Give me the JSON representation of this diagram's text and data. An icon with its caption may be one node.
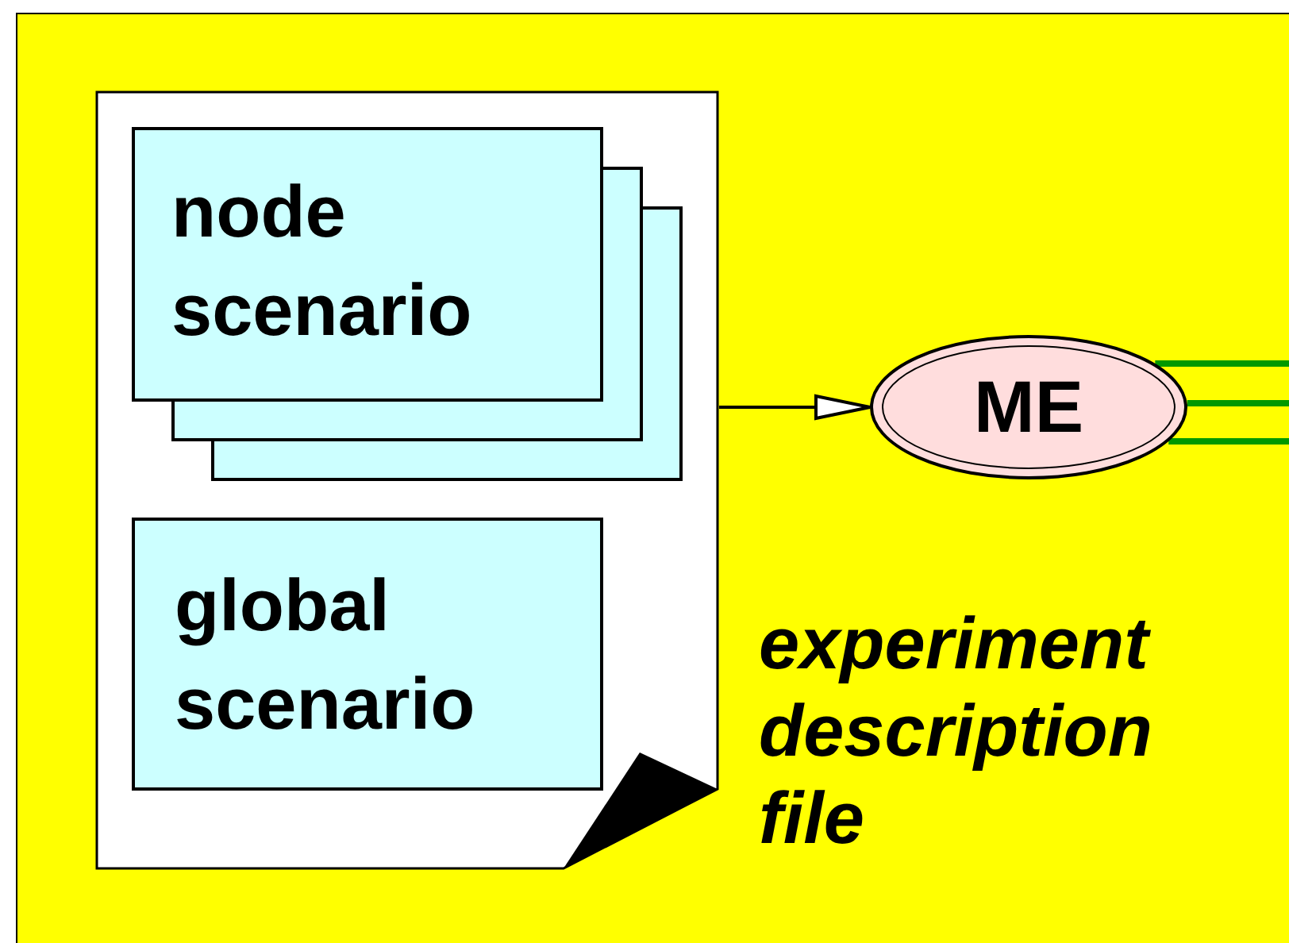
{
  "diagram": {
    "nodes": [
      {
        "text": [],
        "shape": "box",
        "beside": [
          "experiment description file"
        ]
      },
      {
        "text": [
          "node scenario"
        ],
        "in": 0
      },
      {
        "text": [
          "global scenario"
        ],
        "in": 0
      },
      {
        "text": [
          "ME"
        ]
      }
    ],
    "edges": [
      {
        "from": 0,
        "to": 3,
        "arrow": "to",
        "color": "#000000"
      },
      {
        "from": 3,
        "to": null,
        "arrow": "none"
      },
      {
        "from": 3,
        "to": null,
        "arrow": "none"
      },
      {
        "from": 3,
        "to": null,
        "arrow": "none"
      }
    ]
  }
}
